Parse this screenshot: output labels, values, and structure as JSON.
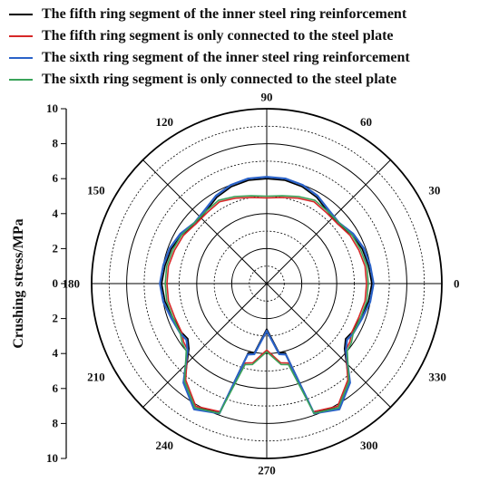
{
  "chart_data": {
    "type": "polar-line",
    "title": "",
    "ylabel": "Crushing stress/MPa",
    "rlim": [
      0,
      10
    ],
    "radial_ticks": [
      10,
      8,
      6,
      4,
      2,
      0,
      2,
      4,
      6,
      8,
      10
    ],
    "angle_ticks": [
      "0",
      "30",
      "60",
      "90",
      "120",
      "150",
      "180",
      "210",
      "240",
      "270",
      "300",
      "330"
    ],
    "grid": true,
    "legend_position": "top",
    "angles": [
      0,
      10,
      20,
      30,
      40,
      50,
      60,
      70,
      80,
      90,
      100,
      110,
      120,
      130,
      140,
      150,
      160,
      170,
      180,
      190,
      200,
      210,
      215,
      220,
      230,
      240,
      250,
      255,
      260,
      270,
      280,
      285,
      290,
      300,
      310,
      320,
      325,
      330,
      340,
      350
    ],
    "series": [
      {
        "name": "The fifth ring segment of the inner steel ring reinforcement",
        "color": "#000000",
        "values": [
          6.0,
          5.9,
          5.8,
          5.6,
          5.3,
          5.4,
          5.7,
          5.9,
          6.0,
          6.0,
          6.0,
          5.9,
          5.7,
          5.4,
          5.3,
          5.6,
          5.8,
          5.9,
          6.0,
          5.9,
          5.7,
          5.6,
          5.5,
          5.8,
          7.3,
          8.2,
          7.8,
          4.1,
          4.0,
          2.6,
          4.0,
          4.1,
          7.8,
          8.2,
          7.3,
          5.8,
          5.5,
          5.6,
          5.7,
          5.9
        ]
      },
      {
        "name": "The fifth ring segment is only connected to the steel plate",
        "color": "#d62828",
        "values": [
          5.7,
          5.7,
          5.6,
          5.5,
          5.3,
          5.3,
          5.4,
          5.2,
          5.0,
          4.9,
          5.0,
          5.2,
          5.4,
          5.3,
          5.3,
          5.5,
          5.6,
          5.7,
          5.7,
          5.7,
          5.6,
          5.6,
          5.8,
          5.9,
          7.2,
          8.1,
          7.8,
          4.7,
          4.6,
          3.8,
          4.6,
          4.7,
          7.8,
          8.1,
          7.2,
          5.9,
          5.8,
          5.6,
          5.6,
          5.7
        ]
      },
      {
        "name": "The sixth ring segment of the inner steel ring reinforcement",
        "color": "#2a62c8",
        "values": [
          6.1,
          6.0,
          5.9,
          5.7,
          5.4,
          5.5,
          5.8,
          6.0,
          6.1,
          6.1,
          6.1,
          6.0,
          5.8,
          5.5,
          5.4,
          5.7,
          5.9,
          6.0,
          6.1,
          6.0,
          5.8,
          5.7,
          5.6,
          5.9,
          7.4,
          8.3,
          7.9,
          4.2,
          4.1,
          2.7,
          4.1,
          4.2,
          7.9,
          8.3,
          7.4,
          5.9,
          5.6,
          5.7,
          5.8,
          6.0
        ]
      },
      {
        "name": "The sixth ring segment is only connected to the steel plate",
        "color": "#3aa35a",
        "values": [
          5.8,
          5.8,
          5.7,
          5.6,
          5.4,
          5.4,
          5.5,
          5.3,
          5.1,
          5.0,
          5.1,
          5.3,
          5.5,
          5.4,
          5.4,
          5.6,
          5.7,
          5.8,
          5.8,
          5.8,
          5.7,
          5.7,
          5.9,
          6.0,
          7.3,
          8.2,
          7.9,
          4.8,
          4.7,
          3.9,
          4.7,
          4.8,
          7.9,
          8.2,
          7.3,
          6.0,
          5.9,
          5.7,
          5.7,
          5.8
        ]
      }
    ]
  }
}
